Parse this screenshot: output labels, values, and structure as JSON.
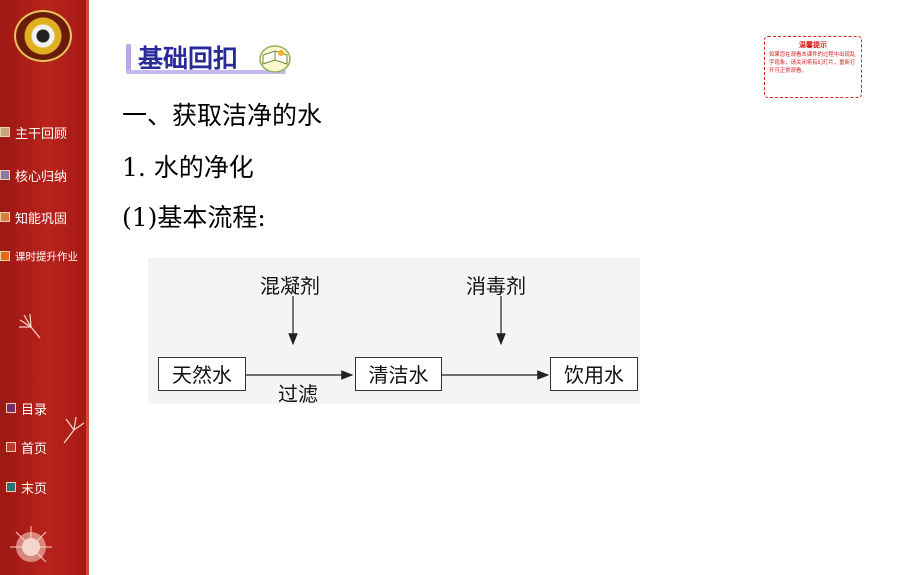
{
  "sidebar": {
    "items": [
      {
        "label": "主干回顾",
        "color": "#c9a276"
      },
      {
        "label": "核心归纳",
        "color": "#8a7aa8"
      },
      {
        "label": "知能巩固",
        "color": "#d8803a"
      },
      {
        "label": "课时提升作业",
        "color": "#e46a1a"
      }
    ],
    "nav": [
      {
        "label": "目录",
        "color": "#7b2a6a"
      },
      {
        "label": "首页",
        "color": "#c23a2a"
      },
      {
        "label": "末页",
        "color": "#2f6f7a"
      }
    ]
  },
  "heading": {
    "text": "基础回扣"
  },
  "tip": {
    "title": "温馨提示",
    "body": "如果您在观看本课件的过程中出现乱字现象，请关闭将有幻灯片，重新打开可正常观看。"
  },
  "content": {
    "line1": "一、获取洁净的水",
    "line2": "1. 水的净化",
    "line3": "(1)基本流程:"
  },
  "flow": {
    "nodes": [
      "天然水",
      "清洁水",
      "饮用水"
    ],
    "additives": [
      "混凝剂",
      "消毒剂"
    ],
    "process": "过滤"
  }
}
